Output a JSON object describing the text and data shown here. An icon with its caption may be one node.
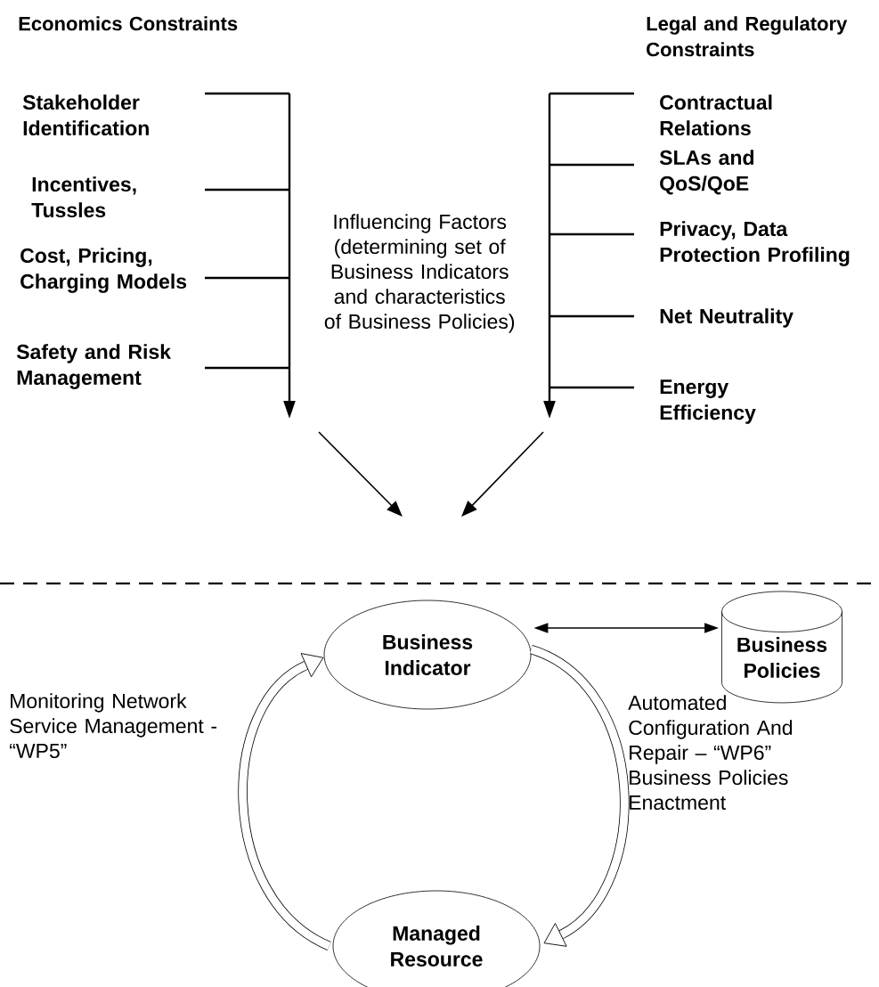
{
  "diagram": {
    "nodes": [
      {
        "text": [
          "Business Indicator"
        ]
      },
      {
        "text": [
          "Business Policies"
        ]
      },
      {
        "text": [
          "Managed Resource"
        ]
      }
    ],
    "edges": [
      {
        "from": 0,
        "to": 1,
        "arrow": "both"
      },
      {
        "from": 2,
        "to": 0,
        "arrow": "to",
        "label": "Monitoring Network Service Management - “WP5”"
      },
      {
        "from": 0,
        "to": 2,
        "arrow": "to",
        "label": "Automated Configuration And Repair – “WP6” Business Policies Enactment"
      }
    ],
    "labels": [
      "Economics Constraints",
      "Legal and Regulatory Constraints",
      "Stakeholder Identification",
      "Contractual Relations",
      "SLAs and QoS/QoE",
      "Incentives, Tussles",
      "Privacy, Data Protection Profiling",
      "Cost, Pricing, Charging Models",
      "Influencing Factors (determining set of Business Indicators and characteristics of Business Policies)",
      "Net Neutrality",
      "Safety and Risk Management",
      "Energy Efficiency"
    ]
  }
}
